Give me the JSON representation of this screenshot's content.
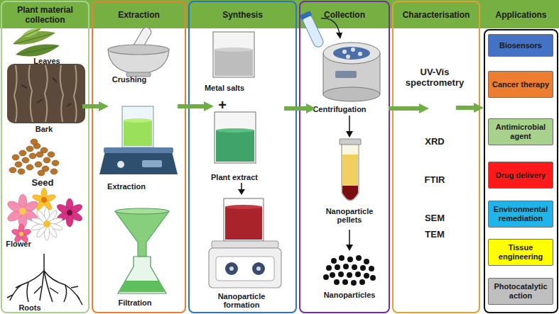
{
  "diagram": {
    "nodes": [
      {
        "text": [
          "Plant material collection",
          "Leaves",
          "Bark",
          "Seed",
          "Flower",
          "Roots"
        ]
      },
      {
        "text": [
          "Extraction",
          "Crushing",
          "Extraction",
          "Filtration"
        ]
      },
      {
        "text": [
          "Synthesis",
          "Metal salts",
          "+",
          "Plant extract",
          "Nanoparticle formation"
        ]
      },
      {
        "text": [
          "Collection",
          "Centrifugation",
          "Nanoparticle pellets",
          "Nanoparticles"
        ]
      },
      {
        "text": [
          "Characterisation",
          "UV-Vis spectrometry",
          "XRD",
          "FTIR",
          "SEM",
          "TEM"
        ]
      },
      {
        "text": [
          "Applications"
        ]
      },
      {
        "text": [
          "Biosensors"
        ],
        "in": 5
      },
      {
        "text": [
          "Cancer therapy"
        ],
        "in": 5
      },
      {
        "text": [
          "Antimicrobial agent"
        ],
        "in": 5
      },
      {
        "text": [
          "Drug delivery"
        ],
        "in": 5
      },
      {
        "text": [
          "Environmental remediation"
        ],
        "in": 5
      },
      {
        "text": [
          "Tissue engineering"
        ],
        "in": 5
      },
      {
        "text": [
          "Photocatalytic action"
        ],
        "in": 5
      }
    ],
    "edges": [
      {
        "from": 0,
        "to": 1,
        "arrow": "to"
      },
      {
        "from": 1,
        "to": 2,
        "arrow": "to"
      },
      {
        "from": 2,
        "to": 3,
        "arrow": "to"
      },
      {
        "from": 3,
        "to": 4,
        "arrow": "to"
      },
      {
        "from": 4,
        "to": 5,
        "arrow": "to"
      }
    ]
  }
}
